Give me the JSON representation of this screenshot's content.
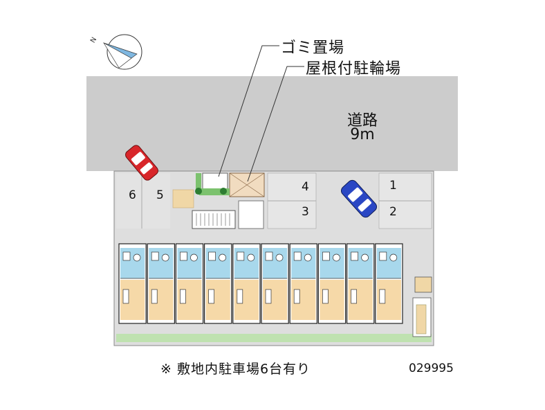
{
  "callouts": {
    "garbage": "ゴミ置場",
    "bicycle": "屋根付駐輪場"
  },
  "road": {
    "name": "道路",
    "width": "9m"
  },
  "compass": {
    "north_letter": "N"
  },
  "parking": {
    "spaces": [
      "1",
      "2",
      "3",
      "4",
      "5",
      "6"
    ]
  },
  "footer": {
    "note": "※ 敷地内駐車場6台有り",
    "code": "029995"
  },
  "colors": {
    "road": "#cccccc",
    "lot": "#dedede",
    "unit_kitchen": "#a8d8ec",
    "unit_room": "#f6d9a8",
    "garden": "#3d8f3a",
    "car_red": "#d8262a",
    "car_blue": "#2a47c4"
  },
  "units": {
    "count": 10
  }
}
